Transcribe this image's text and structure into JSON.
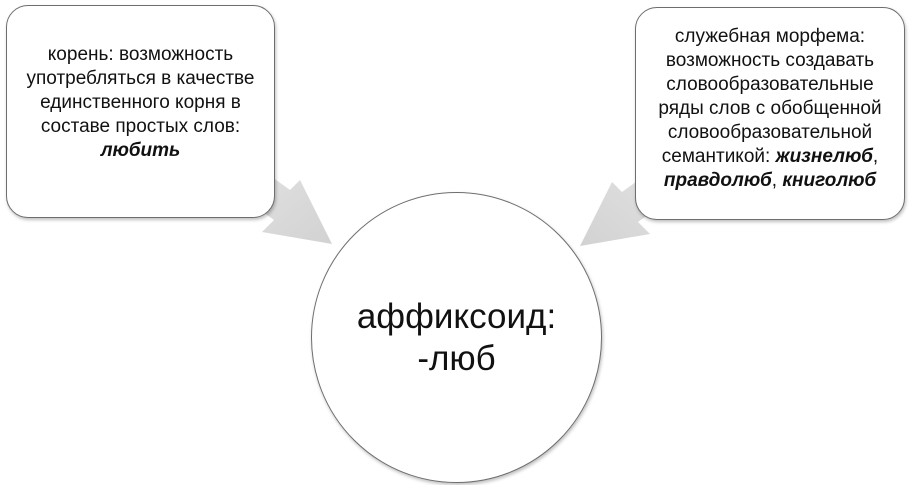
{
  "center": {
    "line1": "аффиксоид:",
    "line2": "-люб"
  },
  "left_box": {
    "text": "корень: возможность употребляться в качестве единственного корня в составе простых слов:",
    "example": "любить"
  },
  "right_box": {
    "text": "служебная морфема: возможность создавать словообразовательные ряды слов с обобщенной словообразовательной семантикой:",
    "example1": "жизнелюб",
    "sep1": ",",
    "example2": "правдолюб",
    "sep2": ",",
    "example3": "книголюб"
  },
  "colors": {
    "arrow": "#d9d9d9",
    "border": "#6e6e6e",
    "text": "#111111"
  }
}
